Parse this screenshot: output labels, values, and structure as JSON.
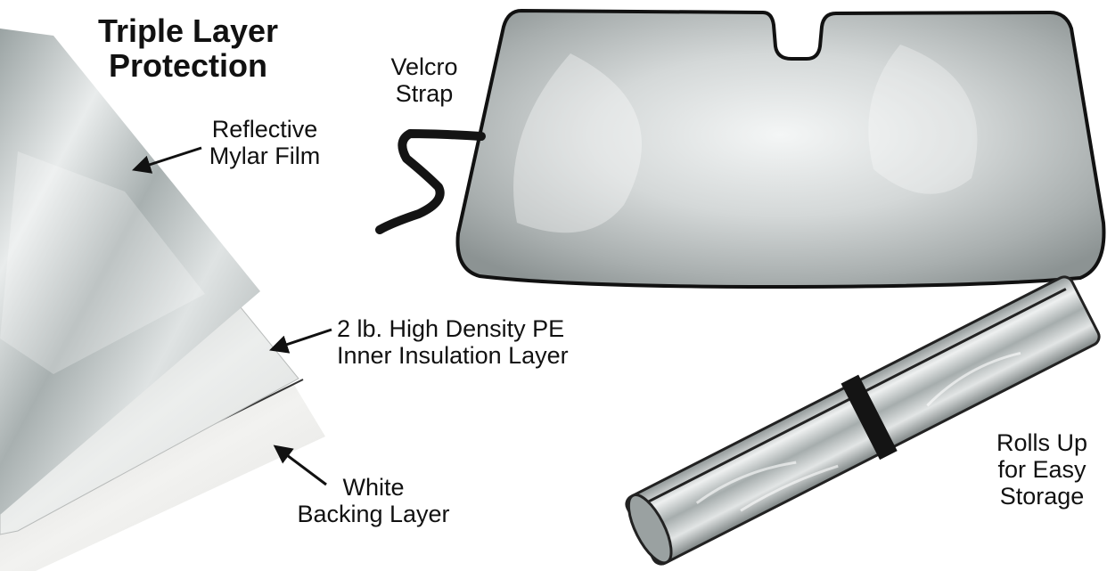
{
  "title": {
    "line1": "Triple Layer",
    "line2": "Protection"
  },
  "callouts": {
    "reflective": {
      "line1": "Reflective",
      "line2": "Mylar Film"
    },
    "velcro": {
      "line1": "Velcro",
      "line2": "Strap"
    },
    "pe_layer": {
      "line1": "2 lb. High Density PE",
      "line2": "Inner Insulation Layer"
    },
    "white_layer": {
      "line1": "White",
      "line2": "Backing Layer"
    },
    "rolls_up": {
      "line1": "Rolls Up",
      "line2": "for Easy",
      "line3": "Storage"
    }
  },
  "colors": {
    "text": "#111111",
    "silver_light": "#f1f3f3",
    "silver_mid": "#c4c8c8",
    "silver_dark": "#8f9595",
    "backing_white": "#e4e4e2",
    "strap_black": "#141414"
  }
}
